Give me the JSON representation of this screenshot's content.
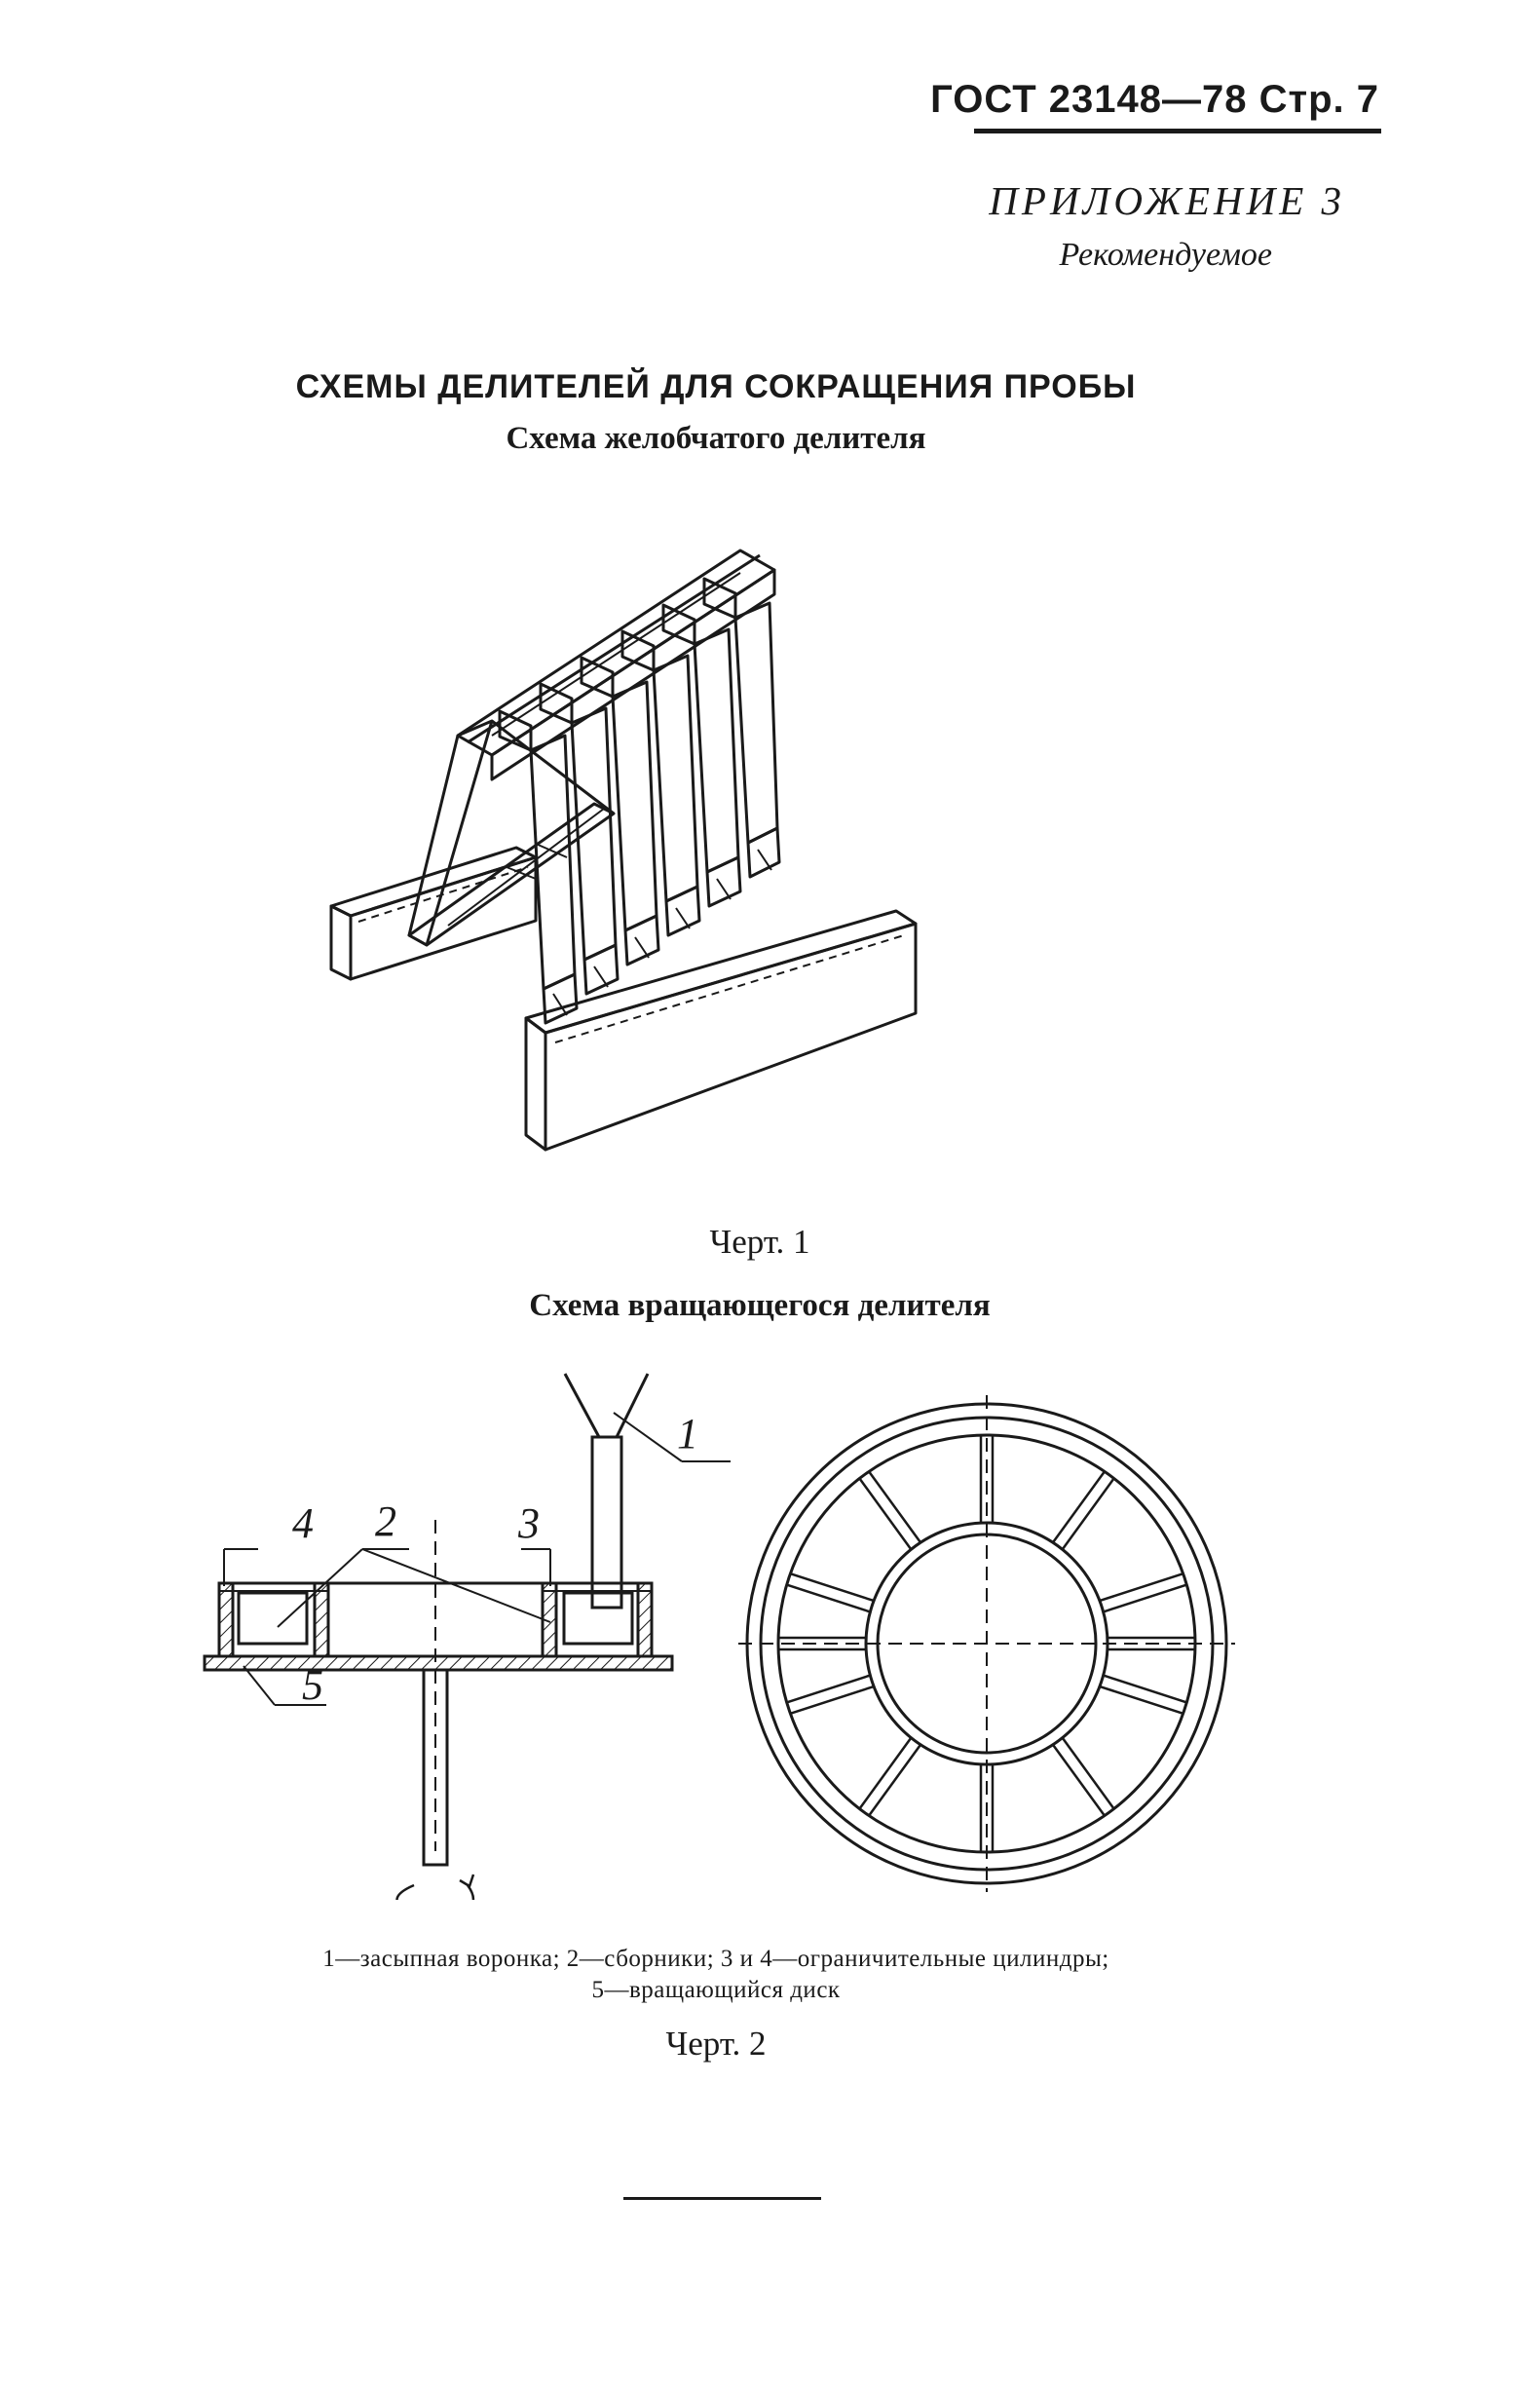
{
  "header": {
    "document_code": "ГОСТ 23148—78 Стр. 7"
  },
  "appendix": {
    "title": "ПРИЛОЖЕНИЕ 3",
    "subtitle": "Рекомендуемое"
  },
  "main_title": "СХЕМЫ ДЕЛИТЕЛЕЙ ДЛЯ СОКРАЩЕНИЯ ПРОБЫ",
  "figure1": {
    "title": "Схема желобчатого делителя",
    "caption": "Черт. 1"
  },
  "figure2": {
    "title": "Схема вращающегося делителя",
    "callouts": {
      "c1": "1",
      "c2": "2",
      "c3": "3",
      "c4": "4",
      "c5": "5"
    },
    "legend_line1": "1—засыпная воронка; 2—сборники; 3 и 4—ограничительные цилиндры;",
    "legend_line2": "5—вращающийся диск",
    "caption": "Черт. 2"
  }
}
